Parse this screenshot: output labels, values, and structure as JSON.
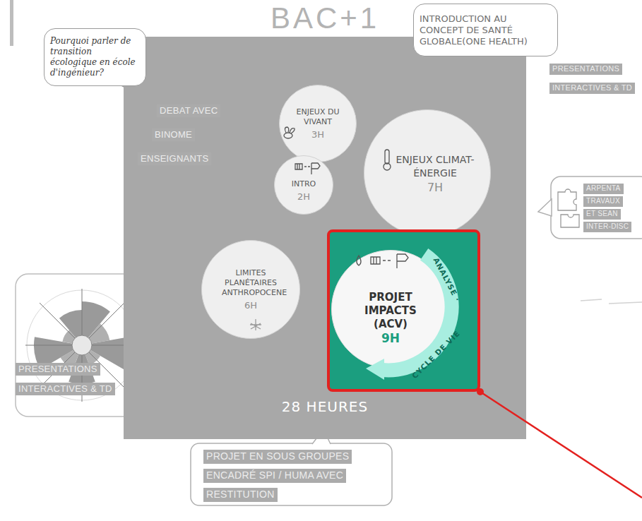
{
  "diagram": {
    "nodes": [
      {
        "text": [
          "BAC+1",
          "28 HEURES"
        ]
      },
      {
        "text": [
          "ENJEUX DU VIVANT",
          "3H"
        ],
        "in": 0
      },
      {
        "text": [
          "INTRO",
          "2H"
        ],
        "in": 0
      },
      {
        "text": [
          "ENJEUX CLIMAT-ÉNERGIE",
          "7H"
        ],
        "in": 0
      },
      {
        "text": [
          "LIMITES PLANÉTAIRES ANTHROPOCENE",
          "6H"
        ],
        "in": 0
      },
      {
        "text": [
          "ANALYSE ·",
          "CYCLE DE VIE"
        ],
        "in": 0
      },
      {
        "text": [
          "PROJET IMPACTS (ACV)",
          "9H"
        ],
        "in": 5
      },
      {
        "text": [
          "INTRODUCTION AU CONCEPT DE SANTÉ GLOBALE(ONE HEALTH)"
        ]
      },
      {
        "text": [
          "Pourquoi parler de transition écologique en école d'ingénieur?"
        ]
      }
    ],
    "labels": [
      "PRESENTATIONS",
      "INTERACTIVES & TD",
      "DEBAT AVEC",
      "BINOME",
      "ENSEIGNANTS",
      "ARPENTA",
      "TRAVAUX",
      "ET SEAN",
      "INTER-DISC",
      "PRESENTATIONS",
      "INTERACTIVES & TD",
      "PROJET EN SOUS GROUPES",
      "ENCADRÉ SPI / HUMA AVEC",
      "RESTITUTION"
    ]
  }
}
